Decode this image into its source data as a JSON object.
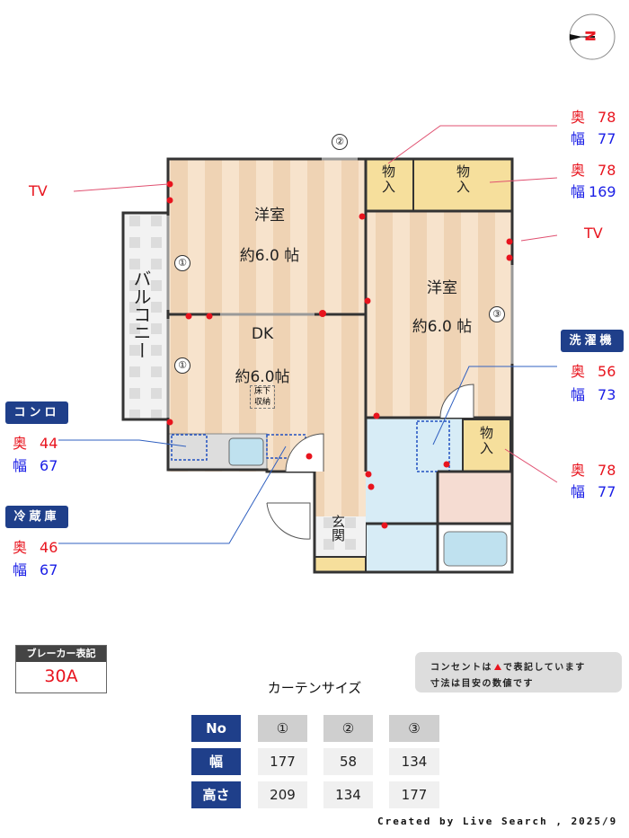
{
  "compass": {
    "label": "N"
  },
  "rooms": {
    "western_room_1": {
      "name": "洋室",
      "size": "約6.0 帖"
    },
    "western_room_2": {
      "name": "洋室",
      "size": "約6.0 帖"
    },
    "dk": {
      "name": "DK",
      "size": "約6.0帖",
      "underfloor": "床下収納"
    },
    "balcony": "バルコニー",
    "entrance": "玄関",
    "closet": "物入"
  },
  "windows": {
    "w1": "①",
    "w2": "②",
    "w3": "③"
  },
  "annotations": {
    "tv_left": "TV",
    "tv_right": "TV",
    "closet_small": {
      "depth_label": "奥",
      "depth": "78",
      "width_label": "幅",
      "width": "77"
    },
    "closet_large": {
      "depth_label": "奥",
      "depth": "78",
      "width_label": "幅",
      "width": "169"
    },
    "washer": {
      "title": "洗濯機",
      "depth_label": "奥",
      "depth": "56",
      "width_label": "幅",
      "width": "73"
    },
    "closet_lower": {
      "depth_label": "奥",
      "depth": "78",
      "width_label": "幅",
      "width": "77"
    },
    "stove": {
      "title": "コンロ",
      "depth_label": "奥",
      "depth": "44",
      "width_label": "幅",
      "width": "67"
    },
    "fridge": {
      "title": "冷蔵庫",
      "depth_label": "奥",
      "depth": "46",
      "width_label": "幅",
      "width": "67"
    }
  },
  "breaker": {
    "title": "ブレーカー表記",
    "value": "30A"
  },
  "notes": {
    "line1_pre": "コンセントは",
    "line1_post": "で表記しています",
    "line2": "寸法は目安の数値です"
  },
  "curtain": {
    "title": "カーテンサイズ",
    "headers": [
      "No",
      "幅",
      "高さ"
    ],
    "columns": [
      {
        "no": "①",
        "width": "177",
        "height": "209"
      },
      {
        "no": "②",
        "width": "58",
        "height": "134"
      },
      {
        "no": "③",
        "width": "134",
        "height": "177"
      }
    ]
  },
  "credit": "Created by Live Search , 2025/9",
  "colors": {
    "red": "#e8141e",
    "blue": "#1a1ee6",
    "navy": "#1f3f8a"
  }
}
